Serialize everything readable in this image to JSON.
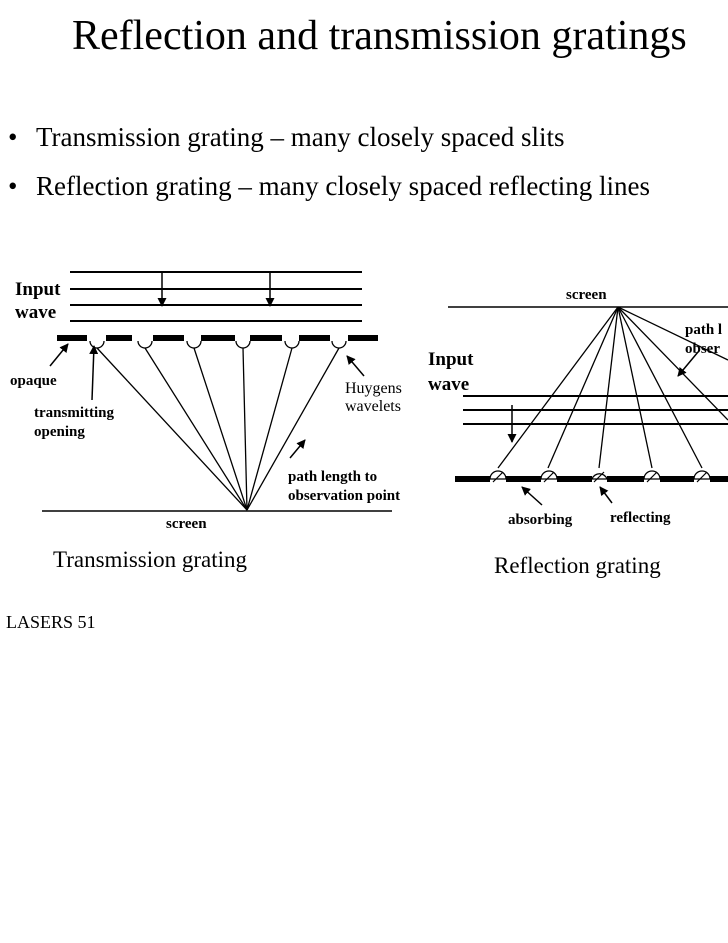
{
  "slide": {
    "title": "Reflection and transmission gratings",
    "bullets": [
      "Transmission grating – many closely spaced slits",
      "Reflection grating –  many closely spaced reflecting lines"
    ],
    "footer": "LASERS 51"
  },
  "transmission": {
    "input_label_1": "Input",
    "input_label_2": "wave",
    "opaque": "opaque",
    "transmitting_1": "transmitting",
    "transmitting_2": "opening",
    "huygens_1": "Huygens",
    "huygens_2": "wavelets",
    "path_1": "path length to",
    "path_2": "observation point",
    "screen": "screen",
    "caption": "Transmission grating"
  },
  "reflection": {
    "screen": "screen",
    "input_label_1": "Input",
    "input_label_2": "wave",
    "path_1": "path l",
    "path_2": "obser",
    "absorbing": "absorbing",
    "reflecting": "reflecting",
    "caption": "Reflection grating"
  }
}
